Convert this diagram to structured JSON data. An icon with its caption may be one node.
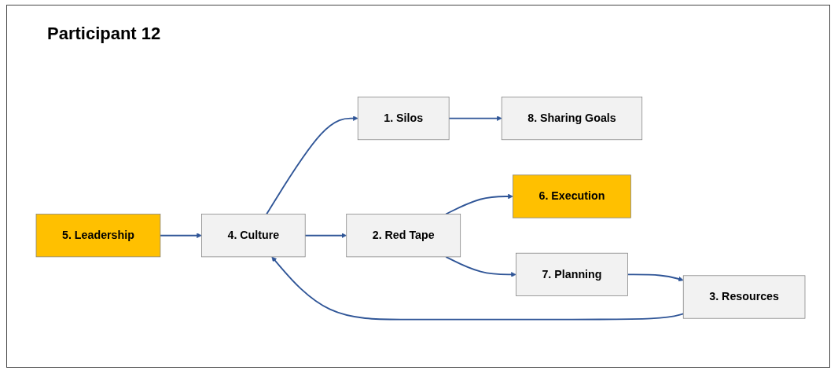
{
  "diagram": {
    "title": "Participant 12",
    "nodes": [
      {
        "text": [
          "1. Silos"
        ]
      },
      {
        "text": [
          "8. Sharing Goals"
        ]
      },
      {
        "text": [
          "5. Leadership"
        ]
      },
      {
        "text": [
          "4. Culture"
        ]
      },
      {
        "text": [
          "2. Red Tape"
        ]
      },
      {
        "text": [
          "6. Execution"
        ]
      },
      {
        "text": [
          "3. Resources"
        ]
      },
      {
        "text": [
          "7. Planning"
        ]
      }
    ],
    "edges": [
      {
        "from": 0,
        "to": 1,
        "arrow": "to"
      },
      {
        "from": 2,
        "to": 3,
        "arrow": "to"
      },
      {
        "from": 3,
        "to": 0,
        "arrow": "to"
      },
      {
        "from": 3,
        "to": 4,
        "arrow": "to"
      },
      {
        "from": 4,
        "to": 5,
        "arrow": "to"
      },
      {
        "from": 4,
        "to": 7,
        "arrow": "to"
      },
      {
        "from": 7,
        "to": 6,
        "arrow": "to"
      },
      {
        "from": 6,
        "to": 3,
        "arrow": "to"
      }
    ]
  }
}
